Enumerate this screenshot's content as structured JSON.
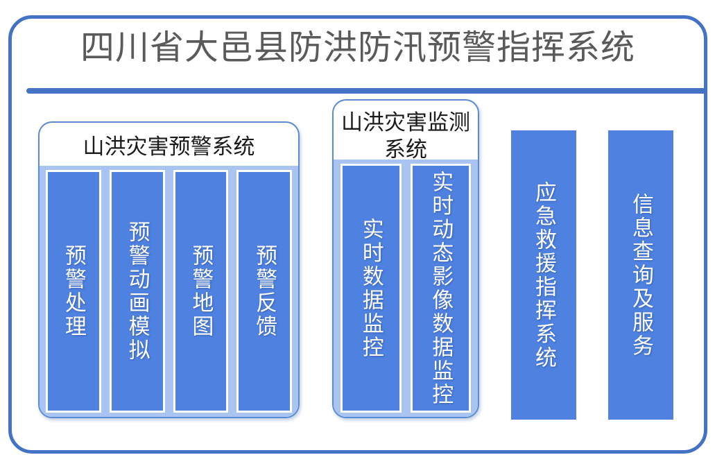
{
  "header": {
    "title": "四川省大邑县防洪防汛预警指挥系统"
  },
  "colors": {
    "frame_border": "#4472C4",
    "divider": "#4472C4",
    "panel_border": "#5B8BD0",
    "panel_body_bg": "#A9C4F0",
    "bar_fill": "#4E81E0",
    "bar_border": "#FFFFFF",
    "title_text": "#5A5A5A",
    "panel_title_text": "#1A1A1A",
    "bar_label_text": "#FFFFFF"
  },
  "panels": [
    {
      "id": "warning-system",
      "title": "山洪灾害预警系统",
      "items": [
        {
          "label": "预警处理"
        },
        {
          "label": "预警动画模拟"
        },
        {
          "label": "预警地图"
        },
        {
          "label": "预警反馈"
        }
      ]
    },
    {
      "id": "monitor-system",
      "title": "山洪灾害监测系统",
      "items": [
        {
          "label": "实时数据监控"
        },
        {
          "label": "实时动态影像数据监控"
        }
      ]
    }
  ],
  "standalone_bars": [
    {
      "id": "emergency-command",
      "label": "应急救援指挥系统"
    },
    {
      "id": "info-service",
      "label": "信息查询及服务"
    }
  ]
}
